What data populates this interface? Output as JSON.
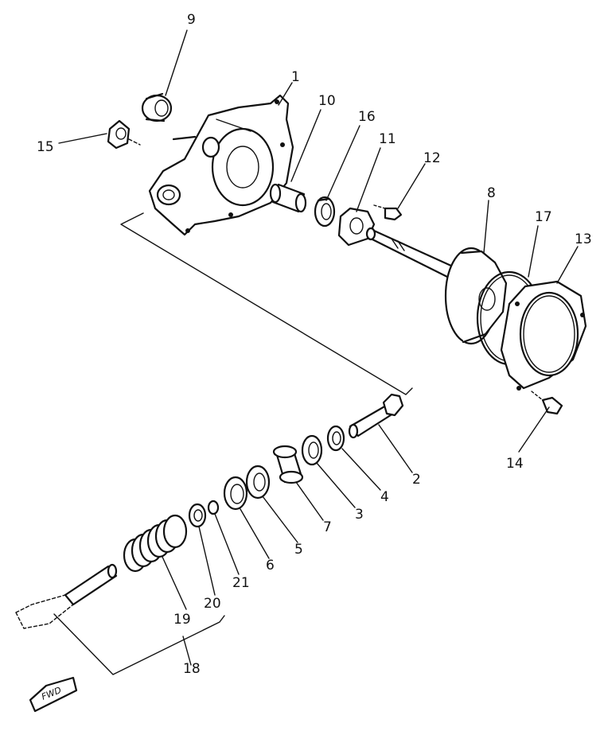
{
  "labels": {
    "l1": "1",
    "l2": "2",
    "l3": "3",
    "l4": "4",
    "l5": "5",
    "l6": "6",
    "l7": "7",
    "l8": "8",
    "l9": "9",
    "l10": "10",
    "l11": "11",
    "l12": "12",
    "l13": "13",
    "l14": "14",
    "l15": "15",
    "l16": "16",
    "l17": "17",
    "l18": "18",
    "l19": "19",
    "l20": "20",
    "l21": "21"
  },
  "fwd_mark": "FWD"
}
